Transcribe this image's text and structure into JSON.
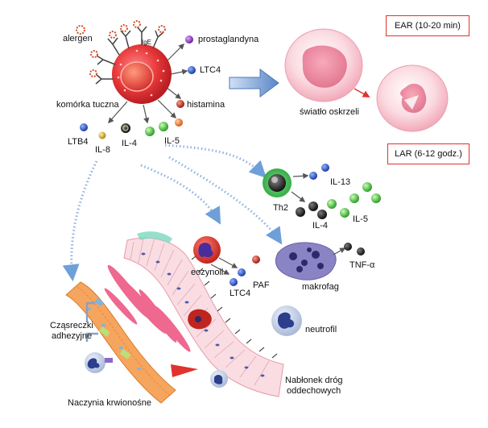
{
  "labels": {
    "allergen": "alergen",
    "ige": "IgE",
    "prostaglandin": "prostaglandyna",
    "ltc4_top": "LTC4",
    "histamine": "histamina",
    "mast_cell": "komórka tuczna",
    "ltb4": "LTB4",
    "il8": "IL-8",
    "il4_top": "IL-4",
    "il5_top": "IL-5",
    "bronchial_lumen": "światło oskrzeli",
    "ear": "EAR (10-20 min)",
    "lar": "LAR (6-12 godz.)",
    "il13": "IL-13",
    "th2": "Th2",
    "il4_th2": "IL-4",
    "il5_th2": "IL-5",
    "eosinophil": "eozynoil",
    "ltc4_eos": "LTC4",
    "paf": "PAF",
    "macrophage": "makrofag",
    "tnf": "TNF-α",
    "neutrophil": "neutrofil",
    "adhesion_line1": "Cząsreczki",
    "adhesion_line2": "adhezyjne",
    "blood_vessels": "Naczynia krwionośne",
    "epithelium_line1": "Nabłonek dróg",
    "epithelium_line2": "oddechowych"
  },
  "colors": {
    "ear_lar_border": "#e0322e",
    "mast_cell": "#e8383a",
    "airway_pink": "#f7c6cf",
    "arrow_blue": "#6f9fd8",
    "th2_green": "#39b54a",
    "vessel_orange": "#f5a05a",
    "muscle_pink": "#e84a78",
    "macrophage_purple": "#8a84c4"
  }
}
